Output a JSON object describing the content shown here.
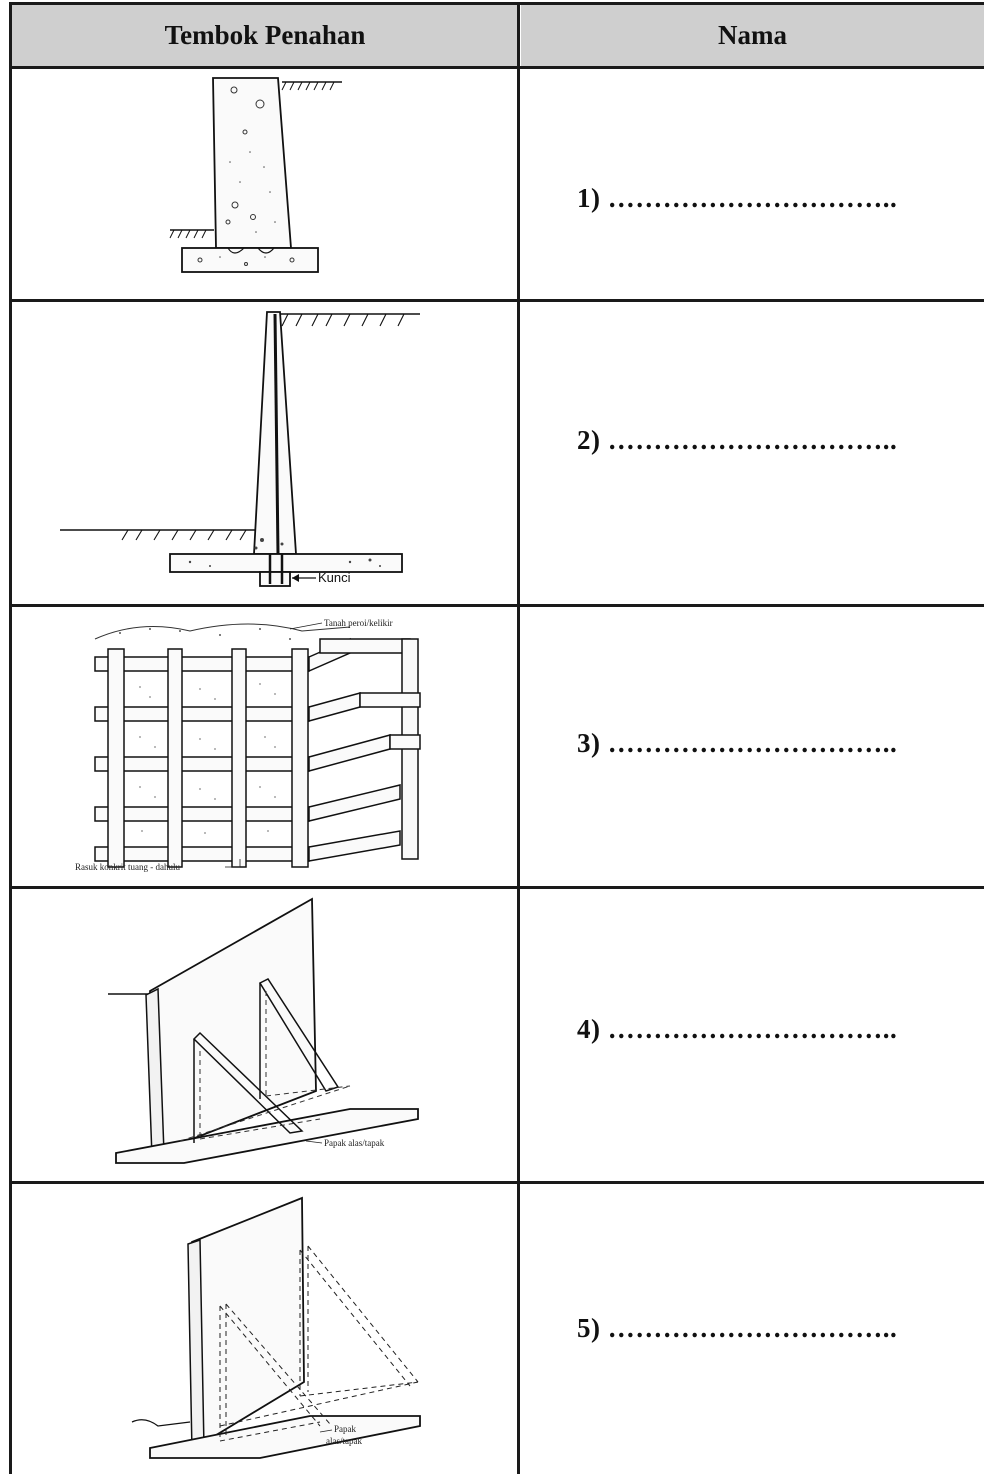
{
  "table": {
    "headers": {
      "col1": "Tembok Penahan",
      "col2": "Nama"
    },
    "rows": [
      {
        "number": "1)",
        "blank": "…………………………..",
        "figure_labels": []
      },
      {
        "number": "2)",
        "blank": "…………………………..",
        "figure_labels": [
          "Kunci"
        ]
      },
      {
        "number": "3)",
        "blank": "…………………………..",
        "figure_labels": [
          "Tanah peroi/kelikir",
          "Rasuk konkrit tuang - dahulu"
        ]
      },
      {
        "number": "4)",
        "blank": "…………………………..",
        "figure_labels": [
          "Papak alas/tapak"
        ]
      },
      {
        "number": "5)",
        "blank": "…………………………..",
        "figure_labels": [
          "Papak",
          "alas/tapak"
        ]
      }
    ]
  }
}
